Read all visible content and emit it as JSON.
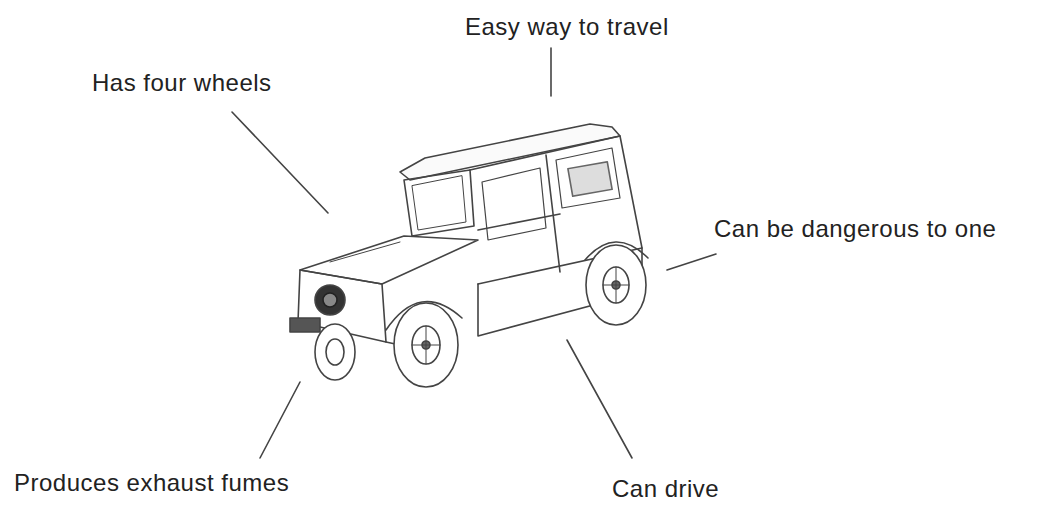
{
  "diagram": {
    "labels": [
      "Easy way to travel",
      "Has four wheels",
      "Can be dangerous to one",
      "Produces exhaust fumes",
      "Can drive"
    ]
  }
}
